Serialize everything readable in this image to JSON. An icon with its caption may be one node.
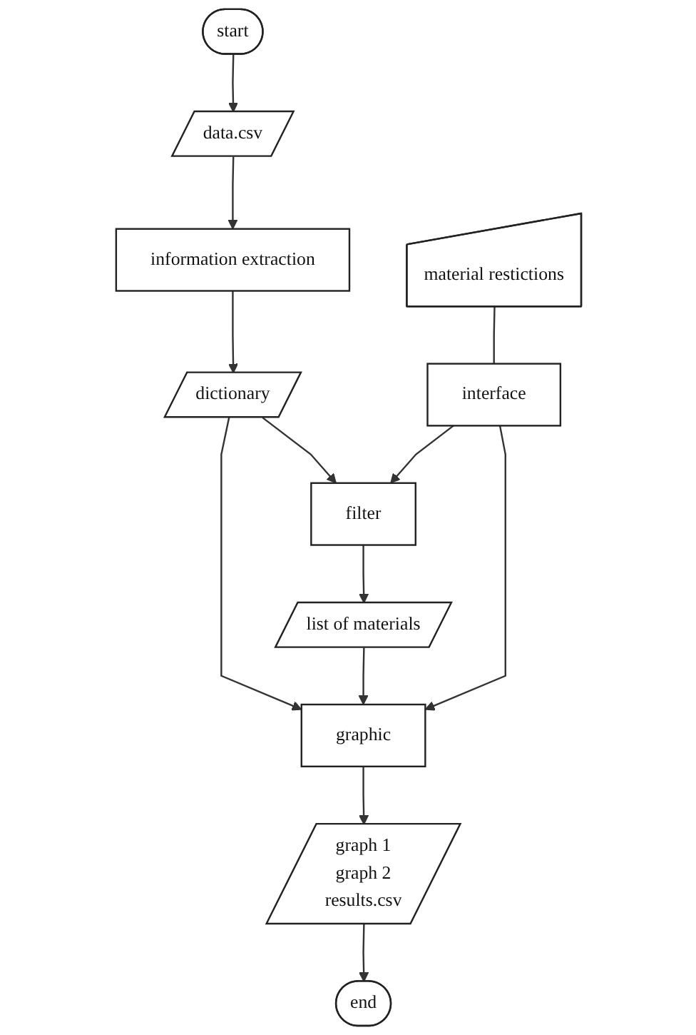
{
  "diagram": {
    "nodes": [
      {
        "text": [
          "start"
        ]
      },
      {
        "text": [
          "data.csv"
        ]
      },
      {
        "text": [
          "information extraction"
        ]
      },
      {
        "text": [
          "dictionary"
        ]
      },
      {
        "text": [
          "material restictions"
        ]
      },
      {
        "text": [
          "filter"
        ]
      },
      {
        "text": [
          "interface"
        ]
      },
      {
        "text": [
          "list of materials"
        ]
      },
      {
        "text": [
          "graphic"
        ]
      },
      {
        "text": [
          "graph 1",
          "graph 2",
          "results.csv"
        ]
      },
      {
        "text": [
          "end"
        ]
      }
    ],
    "edges": [
      {
        "from": 0,
        "to": 1,
        "arrow": "to"
      },
      {
        "from": 1,
        "to": 2,
        "arrow": "to"
      },
      {
        "from": 2,
        "to": 3,
        "arrow": "to"
      },
      {
        "from": 3,
        "to": 5,
        "arrow": "to"
      },
      {
        "from": 3,
        "to": 8,
        "arrow": "to"
      },
      {
        "from": 4,
        "to": 6,
        "arrow": "none"
      },
      {
        "from": 6,
        "to": 5,
        "arrow": "to"
      },
      {
        "from": 5,
        "to": 7,
        "arrow": "to"
      },
      {
        "from": 7,
        "to": 8,
        "arrow": "to"
      },
      {
        "from": 6,
        "to": 8,
        "arrow": "to"
      },
      {
        "from": 8,
        "to": 9,
        "arrow": "to"
      },
      {
        "from": 9,
        "to": 10,
        "arrow": "to"
      }
    ]
  }
}
